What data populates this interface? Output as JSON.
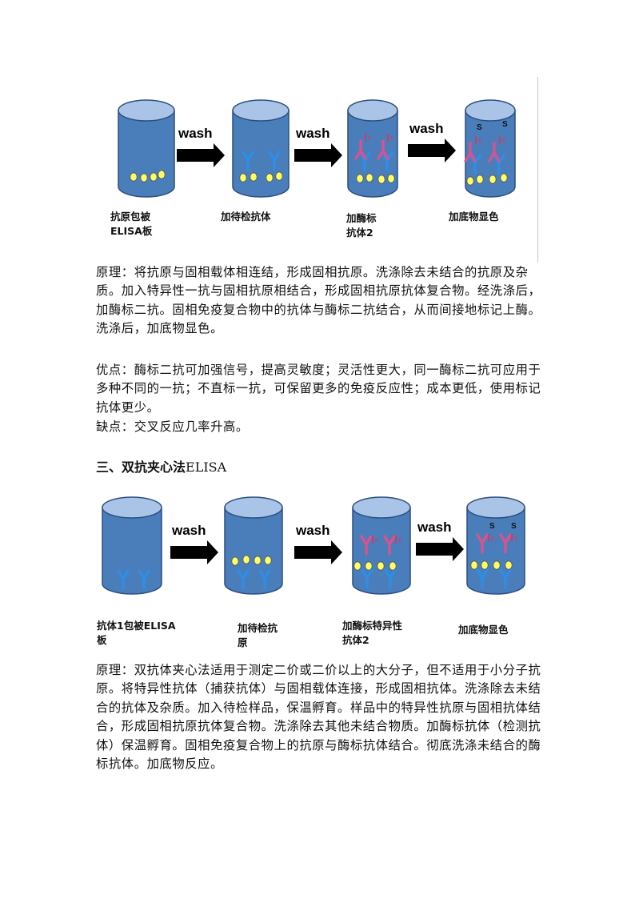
{
  "figure1": {
    "wash_labels": [
      "wash",
      "wash",
      "wash"
    ],
    "substrate_letter": "S",
    "enzyme_letter": "E",
    "captions": [
      "抗原包被\nELISA板",
      "加待检抗体",
      "加酶标\n抗体2",
      "加底物显色"
    ]
  },
  "paragraphs1": [
    "原理：将抗原与固相载体相连结，形成固相抗原。洗涤除去未结合的抗原及杂质。加入特异性一抗与固相抗原相结合，形成固相抗原抗体复合物。经洗涤后，加酶标二抗。固相免疫复合物中的抗体与酶标二抗结合，从而间接地标记上酶。洗涤后，加底物显色。",
    "优点：酶标二抗可加强信号，提高灵敏度；灵活性更大，同一酶标二抗可应用于多种不同的一抗；不直标一抗，可保留更多的免疫反应性；成本更低，使用标记抗体更少。",
    "缺点：交叉反应几率升高。"
  ],
  "section_heading": {
    "prefix": "三、双抗夹心法",
    "suffix": "ELISA"
  },
  "figure2": {
    "wash_labels": [
      "wash",
      "wash",
      "wash"
    ],
    "substrate_letter": "S",
    "enzyme_letter": "E",
    "captions": [
      "抗体1包被ELISA\n板",
      "加待检抗\n原",
      "加酶标特异性\n抗体2",
      "加底物显色"
    ]
  },
  "paragraphs2": [
    "原理：双抗体夹心法适用于测定二价或二价以上的大分子，但不适用于小分子抗原。将特异性抗体（捕获抗体）与固相载体连接，形成固相抗体。洗涤除去未结合的抗体及杂质。加入待检样品，保温孵育。样品中的特异性抗原与固相抗体结合，形成固相抗原抗体复合物。洗涤除去其他未结合物质。加酶标抗体（检测抗体）保温孵育。固相免疫复合物上的抗原与酶标抗体结合。彻底洗涤未结合的酶标抗体。加底物反应。"
  ],
  "colors": {
    "cylinder_body": "#4a7ebb",
    "cylinder_top": "#a9c4e6",
    "antigen": "#ffff66",
    "antibody_blue": "#2e8ee6",
    "antibody_pink": "#e0508a",
    "arrow": "#000000"
  }
}
